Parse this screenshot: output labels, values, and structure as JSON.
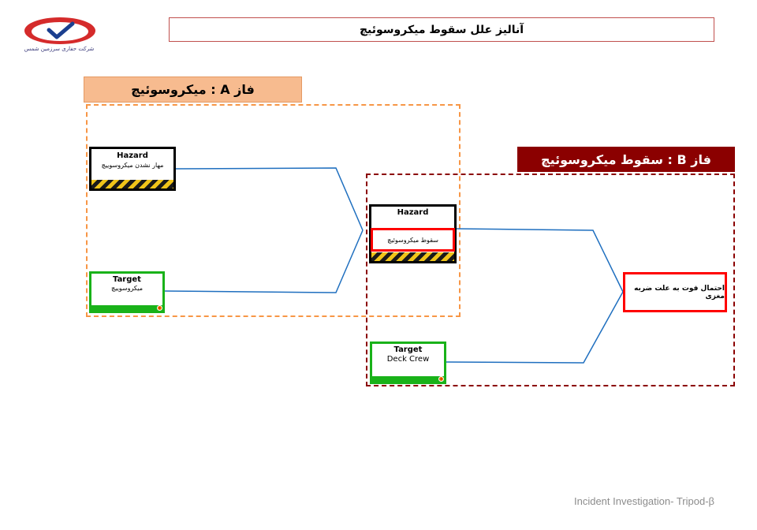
{
  "header": {
    "title": "آنالیز علل سقوط میکروسوئیچ",
    "logo_caption": "شرکت حفاری سرزمین شمس"
  },
  "phase_a": {
    "label": "فاز A : میکروسوئیچ",
    "hazard": {
      "title": "Hazard",
      "subtitle": "مهار نشدن میکروسوییچ"
    },
    "target": {
      "title": "Target",
      "subtitle": "میکروسوییچ"
    }
  },
  "phase_b": {
    "label": "فاز B : سقوط میکروسوئیچ",
    "hazard": {
      "title": "Hazard",
      "subtitle": "سقوط میکروسوئیچ"
    },
    "target": {
      "title": "Target",
      "subtitle": "Deck Crew"
    },
    "outcome": "احتمال فوت به علت ضربه مغزی"
  },
  "footer": {
    "text": "Incident Investigation- Tripod-β"
  },
  "colors": {
    "phase_a": "#f79646",
    "phase_b": "#8b0000",
    "target": "#19b219",
    "hazard_event": "#ff0000",
    "connector": "#1f6fbf"
  },
  "icons": [
    "checkmark-logo-icon",
    "hazard-stripes",
    "target-ring-icon"
  ]
}
